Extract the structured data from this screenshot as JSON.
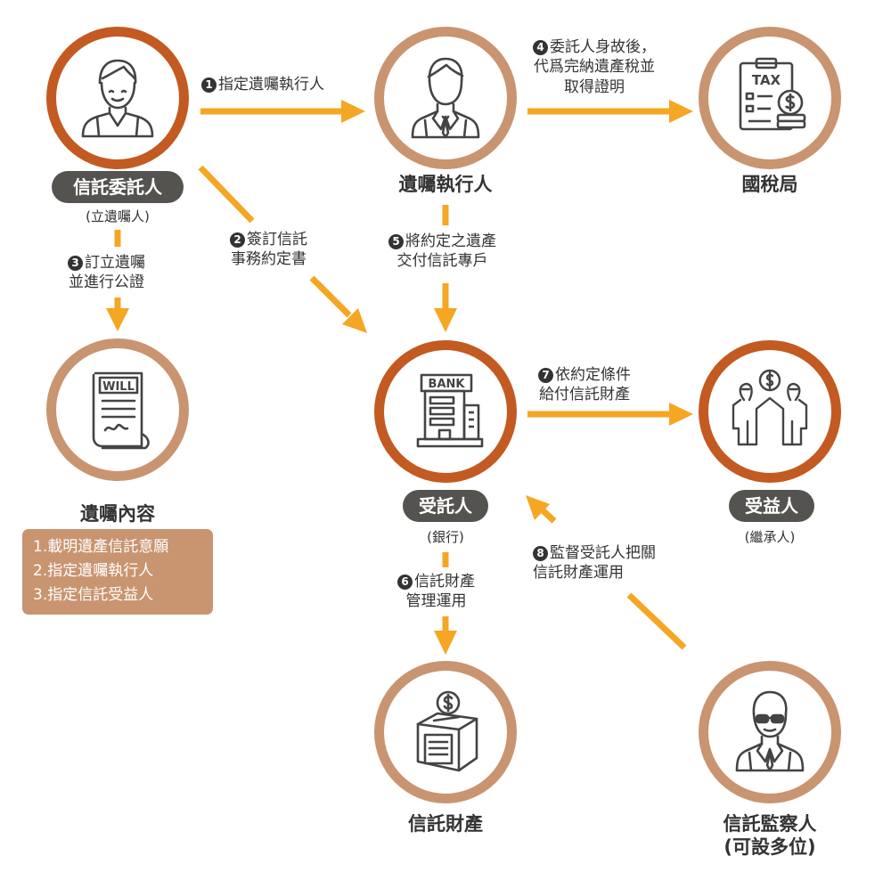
{
  "colors": {
    "arrow": "#f5a623",
    "ring_light": "#c99470",
    "ring_dark": "#c35a22",
    "pill_bg": "#55534f",
    "box_bg": "#c99470"
  },
  "nodes": {
    "settlor": {
      "label": "信託委託人",
      "sub": "(立遺囑人)",
      "icon": "person-icon"
    },
    "executor": {
      "label": "遺囑執行人",
      "icon": "businessman-icon"
    },
    "tax": {
      "label": "國稅局",
      "icon": "tax-clipboard-icon",
      "icon_text": "TAX"
    },
    "will": {
      "label": "遺囑內容",
      "icon": "will-document-icon",
      "icon_text": "WILL"
    },
    "trustee": {
      "label": "受託人",
      "sub": "(銀行)",
      "icon": "bank-building-icon",
      "icon_text": "BANK"
    },
    "beneficiary": {
      "label": "受益人",
      "sub": "(繼承人)",
      "icon": "beneficiaries-icon"
    },
    "property": {
      "label": "信託財產",
      "icon": "money-box-icon"
    },
    "supervisor": {
      "label": "信託監察人",
      "label2": "(可設多位)",
      "icon": "agent-with-sunglasses-icon"
    }
  },
  "will_contents": [
    "1.載明遺產信託意願",
    "2.指定遺囑執行人",
    "3.指定信託受益人"
  ],
  "steps": [
    {
      "num": "1",
      "lines": [
        "指定遺囑執行人"
      ]
    },
    {
      "num": "2",
      "lines": [
        "簽訂信託",
        "事務約定書"
      ]
    },
    {
      "num": "3",
      "lines": [
        "訂立遺囑",
        "並進行公證"
      ]
    },
    {
      "num": "4",
      "lines": [
        "委託人身故後，",
        "代爲完納遺產稅並",
        "取得證明"
      ]
    },
    {
      "num": "5",
      "lines": [
        "將約定之遺產",
        "交付信託專戶"
      ]
    },
    {
      "num": "6",
      "lines": [
        "信託財產",
        "管理運用"
      ]
    },
    {
      "num": "7",
      "lines": [
        "依約定條件",
        "給付信託財產"
      ]
    },
    {
      "num": "8",
      "lines": [
        "監督受託人把關",
        "信託財產運用"
      ]
    }
  ]
}
